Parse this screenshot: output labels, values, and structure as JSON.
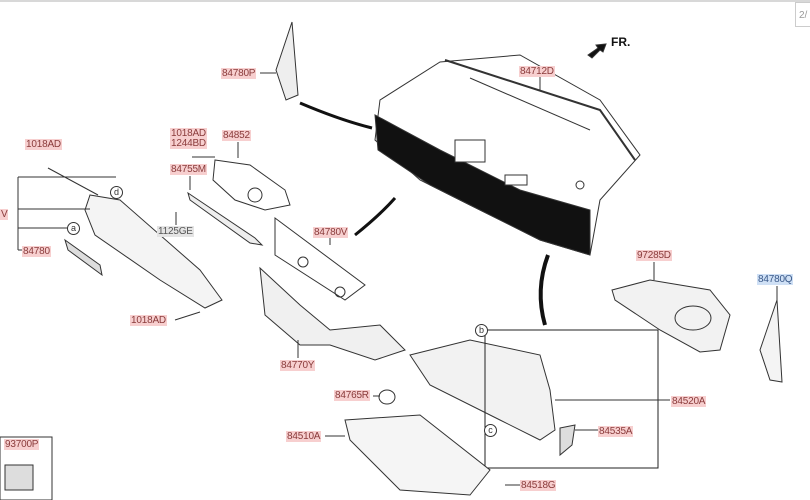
{
  "page_indicator": "2/",
  "direction_label": "FR.",
  "labels": {
    "p84780P": "84780P",
    "p84712D": "84712D",
    "p1018AD_top": "1018AD",
    "p1018AD_mid": "1018AD",
    "p1244BD": "1244BD",
    "p84852": "84852",
    "p84755M": "84755M",
    "p1125GE": "1125GE",
    "p84780V": "84780V",
    "p84780V_cut": "V",
    "p84780_cut": "84780",
    "p1018AD_low": "1018AD",
    "p84770Y": "84770Y",
    "p84765R": "84765R",
    "p84510A": "84510A",
    "p93700P": "93700P",
    "p97285D": "97285D",
    "p84780Q": "84780Q",
    "p84520A": "84520A",
    "p84535A": "84535A",
    "p84518G": "84518G"
  },
  "callouts": {
    "a": "a",
    "b": "b",
    "c": "c",
    "d": "d"
  }
}
